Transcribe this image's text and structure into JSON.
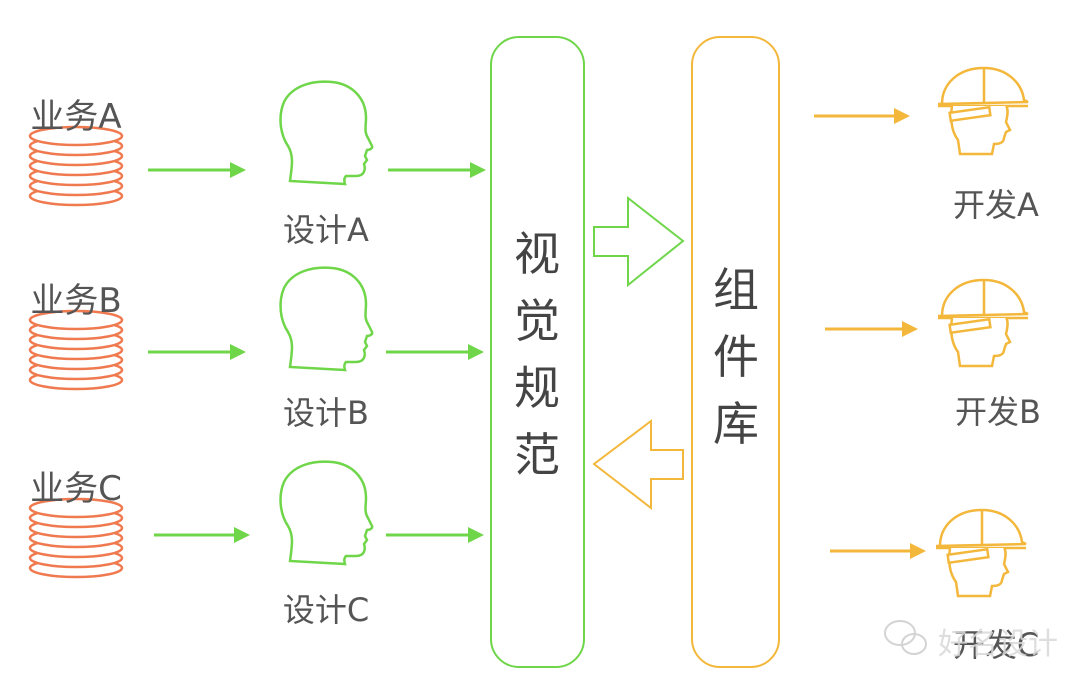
{
  "colors": {
    "business": "#f07a4f",
    "design": "#6fd64a",
    "dev": "#f3b73b",
    "text": "#555555"
  },
  "business": [
    {
      "label": "业务A"
    },
    {
      "label": "业务B"
    },
    {
      "label": "业务C"
    }
  ],
  "design": [
    {
      "label": "设计A"
    },
    {
      "label": "设计B"
    },
    {
      "label": "设计C"
    }
  ],
  "visual_spec": {
    "label_chars": [
      "视",
      "觉",
      "规",
      "范"
    ]
  },
  "component_lib": {
    "label_chars": [
      "组",
      "件",
      "库"
    ]
  },
  "developers": [
    {
      "label": "开发A"
    },
    {
      "label": "开发B"
    },
    {
      "label": "开发C"
    }
  ],
  "watermark": {
    "text": "好名设计"
  },
  "icons": {
    "business": "database-stack-icon",
    "design": "head-profile-icon",
    "dev": "hardhat-head-icon",
    "watermark": "wechat-icon"
  }
}
